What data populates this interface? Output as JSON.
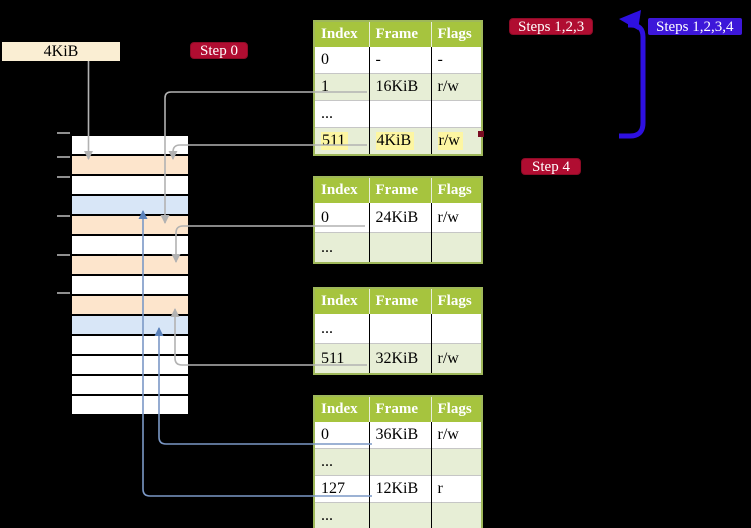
{
  "frame_label": {
    "text": "4KiB"
  },
  "badges": {
    "step0": {
      "label": "Step 0"
    },
    "steps123": {
      "label": "Steps 1,2,3"
    },
    "steps1234": {
      "label": "Steps 1,2,3,4"
    },
    "step4": {
      "label": "Step 4"
    }
  },
  "memory": {
    "row_colors": [
      "white",
      "orange",
      "white",
      "blue",
      "orange",
      "white",
      "orange",
      "white",
      "orange",
      "blue",
      "white",
      "white",
      "white",
      "white"
    ]
  },
  "page_tables": [
    {
      "id": "t1",
      "name": "page-table-1",
      "headers": [
        "Index",
        "Frame",
        "Flags"
      ],
      "rows": [
        {
          "cells": [
            "0",
            "-",
            "-"
          ],
          "shaded": false,
          "highlighted": false
        },
        {
          "cells": [
            "1",
            "16KiB",
            "r/w"
          ],
          "shaded": true,
          "highlighted": false
        },
        {
          "cells": [
            "...",
            "",
            ""
          ],
          "shaded": false,
          "highlighted": false
        },
        {
          "cells": [
            "511",
            "4KiB",
            "r/w"
          ],
          "shaded": true,
          "highlighted": true
        }
      ]
    },
    {
      "id": "t2",
      "name": "page-table-2",
      "headers": [
        "Index",
        "Frame",
        "Flags"
      ],
      "rows": [
        {
          "cells": [
            "0",
            "24KiB",
            "r/w"
          ],
          "shaded": false,
          "highlighted": false
        },
        {
          "cells": [
            "...",
            "",
            ""
          ],
          "shaded": true,
          "highlighted": false
        }
      ]
    },
    {
      "id": "t3",
      "name": "page-table-3",
      "headers": [
        "Index",
        "Frame",
        "Flags"
      ],
      "rows": [
        {
          "cells": [
            "...",
            "",
            ""
          ],
          "shaded": false,
          "highlighted": false
        },
        {
          "cells": [
            "511",
            "32KiB",
            "r/w"
          ],
          "shaded": true,
          "highlighted": false
        }
      ]
    },
    {
      "id": "t4",
      "name": "page-table-4",
      "headers": [
        "Index",
        "Frame",
        "Flags"
      ],
      "rows": [
        {
          "cells": [
            "0",
            "36KiB",
            "r/w"
          ],
          "shaded": false,
          "highlighted": false
        },
        {
          "cells": [
            "...",
            "",
            ""
          ],
          "shaded": true,
          "highlighted": false
        },
        {
          "cells": [
            "127",
            "12KiB",
            "r"
          ],
          "shaded": false,
          "highlighted": false
        },
        {
          "cells": [
            "...",
            "",
            ""
          ],
          "shaded": true,
          "highlighted": false
        }
      ]
    }
  ],
  "palette": {
    "table_header_bg": "#a6c43e",
    "table_shaded_row_bg": "#e7eed6",
    "table_border": "#9fb85a",
    "highlight_yellow": "#fdf6a2",
    "memory_orange": "#fde5cc",
    "memory_blue": "#d8e6f7",
    "badge_red": "#b00d31",
    "badge_blue": "#3d17d9",
    "arrow_gray": "#b2b2b2",
    "arrow_blue_thin": "#7b98c6",
    "arrow_blue_thick": "#2e10e0",
    "frame_label_bg": "#faeed3"
  }
}
